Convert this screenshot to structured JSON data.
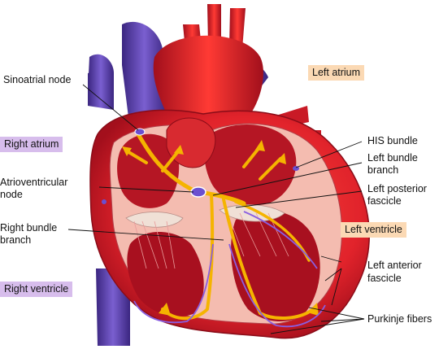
{
  "labels": {
    "sinoatrial": "Sinoatrial  node",
    "atrioventricular_1": "Atrioventricular",
    "atrioventricular_2": "node",
    "right_bundle_1": "Right bundle",
    "right_bundle_2": "branch",
    "his": "HIS bundle",
    "left_bundle_1": "Left bundle",
    "left_bundle_2": "branch",
    "left_posterior_1": "Left posterior",
    "left_posterior_2": "fascicle",
    "left_anterior_1": "Left anterior",
    "left_anterior_2": "fascicle",
    "purkinje": "Purkinje fibers"
  },
  "regions": {
    "left_atrium": "Left atrium",
    "right_atrium": "Right atrium",
    "left_ventricle": "Left ventricle",
    "right_ventricle": "Right ventricle"
  },
  "colors": {
    "peach_box": "#fbd9b4",
    "lavender_box": "#d7bdec",
    "heart_red": "#d8252e",
    "dark_red": "#9e1020",
    "vein_purple": "#5a3a9e",
    "conduction_yellow": "#f5b400",
    "pink_tissue": "#f6c8c0"
  }
}
